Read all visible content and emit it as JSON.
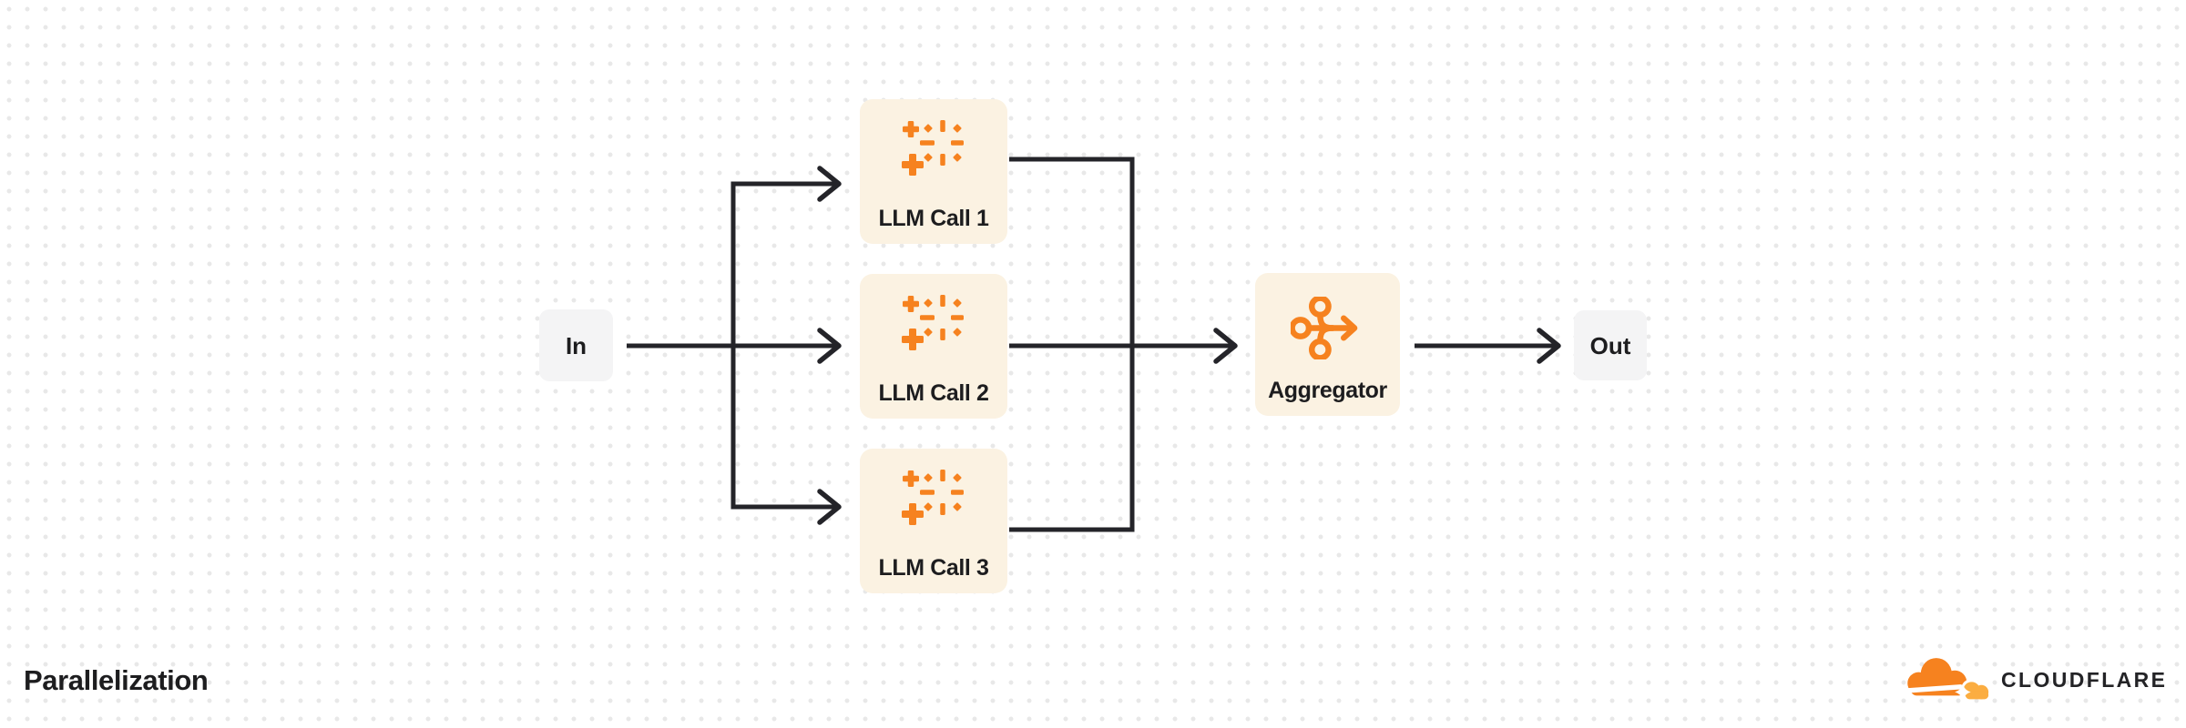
{
  "diagram": {
    "title": "Parallelization",
    "nodes": {
      "input": {
        "label": "In"
      },
      "llm_calls": [
        {
          "label": "LLM Call 1",
          "icon": "sparkle-icon"
        },
        {
          "label": "LLM Call 2",
          "icon": "sparkle-icon"
        },
        {
          "label": "LLM Call 3",
          "icon": "sparkle-icon"
        }
      ],
      "aggregator": {
        "label": "Aggregator",
        "icon": "merge-arrow-icon"
      },
      "output": {
        "label": "Out"
      }
    },
    "edges": [
      {
        "from": "In",
        "to": "LLM Call 1"
      },
      {
        "from": "In",
        "to": "LLM Call 2"
      },
      {
        "from": "In",
        "to": "LLM Call 3"
      },
      {
        "from": "LLM Call 1",
        "to": "Aggregator"
      },
      {
        "from": "LLM Call 2",
        "to": "Aggregator"
      },
      {
        "from": "LLM Call 3",
        "to": "Aggregator"
      },
      {
        "from": "Aggregator",
        "to": "Out"
      }
    ]
  },
  "branding": {
    "logo_text": "CLOUDFLARE",
    "logo_icon": "cloudflare-cloud-icon"
  },
  "colors": {
    "accent": "#F6821F",
    "accent_light": "#FBAD41",
    "node_fill": "#FBF2E2",
    "io_fill": "#F4F4F5",
    "edge": "#242429",
    "text": "#1D1D1F",
    "dot": "#E8E8E8",
    "background": "#FFFFFF"
  }
}
